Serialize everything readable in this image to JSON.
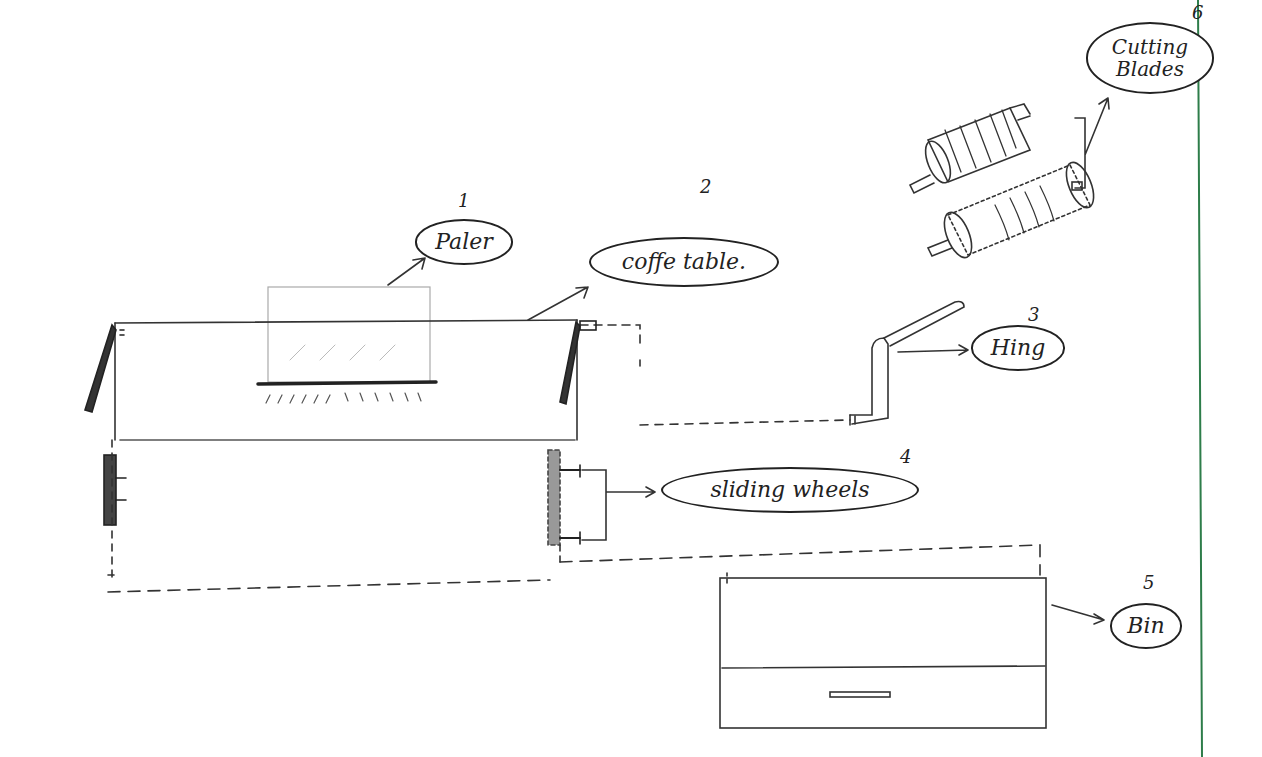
{
  "diagram": {
    "nodes": [
      {
        "text": [
          "Paler"
        ]
      },
      {
        "text": [
          "coffe table."
        ]
      },
      {
        "text": [
          "Hing"
        ]
      },
      {
        "text": [
          "sliding wheels"
        ]
      },
      {
        "text": [
          "Bin"
        ]
      },
      {
        "text": [
          "Cutting Blades"
        ]
      }
    ],
    "labels": [
      "1",
      "2",
      "3",
      "4",
      "5",
      "6"
    ]
  }
}
